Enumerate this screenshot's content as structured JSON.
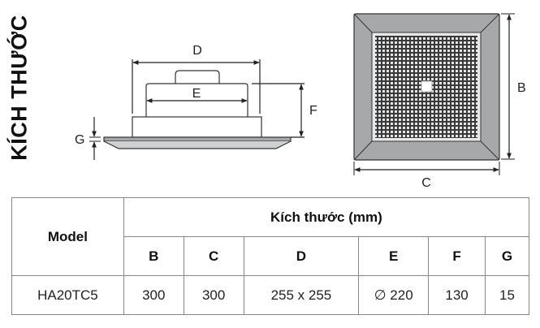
{
  "title": "KÍCH THƯỚC",
  "side_view": {
    "labels": {
      "D": "D",
      "E": "E",
      "F": "F",
      "G": "G"
    }
  },
  "top_view": {
    "labels": {
      "B": "B",
      "C": "C"
    }
  },
  "table": {
    "model_header": "Model",
    "group_header": "Kích thước (mm)",
    "columns": [
      "B",
      "C",
      "D",
      "E",
      "F",
      "G"
    ],
    "rows": [
      {
        "model": "HA20TC5",
        "B": "300",
        "C": "300",
        "D": "255 x 255",
        "E": "∅ 220",
        "F": "130",
        "G": "15"
      }
    ]
  },
  "colors": {
    "frame_gray": "#a7a8aa",
    "grill_dark": "#3a3a3a",
    "outline": "#333333",
    "table_border": "#888888"
  }
}
